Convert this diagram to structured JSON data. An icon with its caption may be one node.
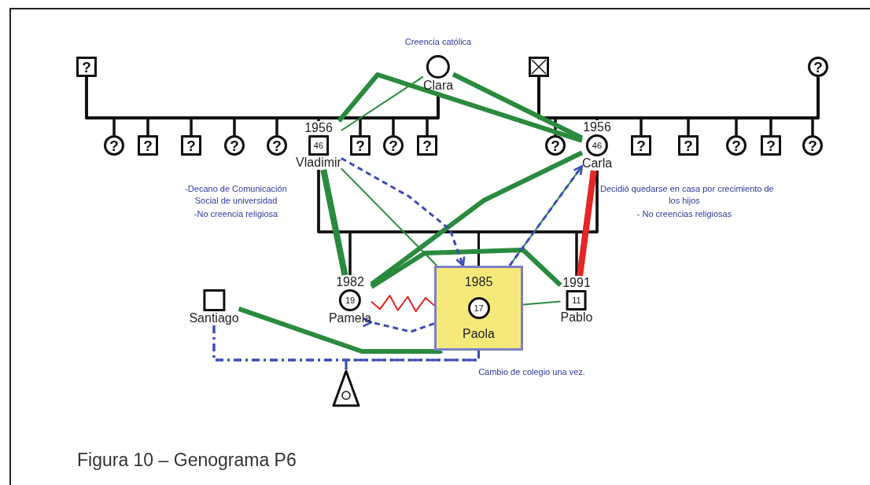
{
  "diagram": {
    "caption": "Figura 10 – Genograma P6",
    "nodes": [
      {
        "text": [
          "?"
        ]
      },
      {
        "text": [
          "Clara"
        ],
        "beside": [
          "Creencia católica"
        ]
      },
      {
        "text": [
          "?"
        ]
      },
      {
        "text": [
          "?"
        ]
      },
      {
        "text": [
          "?"
        ]
      },
      {
        "text": [
          "?"
        ]
      },
      {
        "text": [
          "?"
        ]
      },
      {
        "text": [
          "1956",
          "46",
          "Vladimir"
        ],
        "beside": [
          "-Decano de Comunicación Social de universidad",
          "-No creencia religiosa"
        ]
      },
      {
        "text": [
          "?"
        ]
      },
      {
        "text": [
          "?"
        ]
      },
      {
        "text": [
          "?"
        ]
      },
      {
        "text": [],
        "shape": "box"
      },
      {
        "text": [
          "?"
        ]
      },
      {
        "text": [
          "?"
        ]
      },
      {
        "text": [
          "1956",
          "46",
          "Carla"
        ],
        "beside": [
          "- Decidió quedarse en casa por crecimiento de los hijos",
          "- No creencias religiosas"
        ]
      },
      {
        "text": [
          "?"
        ]
      },
      {
        "text": [
          "?"
        ]
      },
      {
        "text": [
          "?"
        ]
      },
      {
        "text": [
          "?"
        ]
      },
      {
        "text": [
          "?"
        ]
      },
      {
        "text": [
          "Santiago"
        ]
      },
      {
        "text": [
          "1982",
          "19",
          "Pamela"
        ]
      },
      {
        "text": [
          "1985",
          "Paola"
        ]
      },
      {
        "text": [
          "17"
        ],
        "in": 22
      },
      {
        "text": [
          "1991",
          "11",
          "Pablo"
        ]
      },
      {
        "text": [],
        "shape": "triangle"
      }
    ],
    "edges": [
      {
        "from": 0,
        "to": 2,
        "arrow": "none"
      },
      {
        "from": 1,
        "to": 2,
        "arrow": "none"
      },
      {
        "from": 0,
        "to": 3,
        "arrow": "none"
      },
      {
        "from": 1,
        "to": 3,
        "arrow": "none"
      },
      {
        "from": 0,
        "to": 4,
        "arrow": "none"
      },
      {
        "from": 1,
        "to": 4,
        "arrow": "none"
      },
      {
        "from": 0,
        "to": 5,
        "arrow": "none"
      },
      {
        "from": 1,
        "to": 5,
        "arrow": "none"
      },
      {
        "from": 0,
        "to": 6,
        "arrow": "none"
      },
      {
        "from": 1,
        "to": 6,
        "arrow": "none"
      },
      {
        "from": 0,
        "to": 7,
        "arrow": "none"
      },
      {
        "from": 1,
        "to": 7,
        "arrow": "none"
      },
      {
        "from": 0,
        "to": 8,
        "arrow": "none"
      },
      {
        "from": 1,
        "to": 8,
        "arrow": "none"
      },
      {
        "from": 0,
        "to": 9,
        "arrow": "none"
      },
      {
        "from": 1,
        "to": 9,
        "arrow": "none"
      },
      {
        "from": 0,
        "to": 10,
        "arrow": "none"
      },
      {
        "from": 1,
        "to": 10,
        "arrow": "none"
      },
      {
        "from": 11,
        "to": 13,
        "arrow": "none"
      },
      {
        "from": 12,
        "to": 13,
        "arrow": "none"
      },
      {
        "from": 11,
        "to": 14,
        "arrow": "none"
      },
      {
        "from": 12,
        "to": 14,
        "arrow": "none"
      },
      {
        "from": 11,
        "to": 15,
        "arrow": "none"
      },
      {
        "from": 12,
        "to": 15,
        "arrow": "none"
      },
      {
        "from": 11,
        "to": 16,
        "arrow": "none"
      },
      {
        "from": 12,
        "to": 16,
        "arrow": "none"
      },
      {
        "from": 11,
        "to": 17,
        "arrow": "none"
      },
      {
        "from": 12,
        "to": 17,
        "arrow": "none"
      },
      {
        "from": 11,
        "to": 18,
        "arrow": "none"
      },
      {
        "from": 12,
        "to": 18,
        "arrow": "none"
      },
      {
        "from": 11,
        "to": 19,
        "arrow": "none"
      },
      {
        "from": 12,
        "to": 19,
        "arrow": "none"
      },
      {
        "from": 7,
        "to": 21,
        "arrow": "none"
      },
      {
        "from": 14,
        "to": 21,
        "arrow": "none"
      },
      {
        "from": 7,
        "to": 22,
        "arrow": "none"
      },
      {
        "from": 14,
        "to": 22,
        "arrow": "none"
      },
      {
        "from": 7,
        "to": 24,
        "arrow": "none"
      },
      {
        "from": 14,
        "to": 24,
        "arrow": "none"
      },
      {
        "from": 20,
        "to": 22,
        "arrow": "none",
        "style": "dashed",
        "color": "#3b4cb8"
      },
      {
        "from": 20,
        "to": 25,
        "arrow": "none",
        "style": "dashed",
        "color": "#3b4cb8"
      },
      {
        "from": 22,
        "to": 25,
        "arrow": "none",
        "style": "dashed",
        "color": "#3b4cb8"
      },
      {
        "from": 1,
        "to": 7,
        "arrow": "none",
        "color": "#2a8a3e"
      },
      {
        "from": 7,
        "to": 14,
        "arrow": "none",
        "style": "thick",
        "color": "#2a8a3e"
      },
      {
        "from": 1,
        "to": 14,
        "arrow": "none",
        "style": "thick",
        "color": "#2a8a3e"
      },
      {
        "from": 7,
        "to": 21,
        "arrow": "none",
        "style": "thick",
        "color": "#2a8a3e"
      },
      {
        "from": 7,
        "to": 22,
        "arrow": "none",
        "color": "#2a8a3e"
      },
      {
        "from": 14,
        "to": 21,
        "arrow": "none",
        "style": "thick",
        "color": "#2a8a3e"
      },
      {
        "from": 14,
        "to": 22,
        "arrow": "none",
        "color": "#2a8a3e"
      },
      {
        "from": 21,
        "to": 24,
        "arrow": "none",
        "style": "thick",
        "color": "#2a8a3e"
      },
      {
        "from": 22,
        "to": 24,
        "arrow": "none",
        "color": "#2a8a3e"
      },
      {
        "from": 20,
        "to": 22,
        "arrow": "none",
        "style": "thick",
        "color": "#2a8a3e"
      },
      {
        "from": 14,
        "to": 24,
        "arrow": "none",
        "style": "thick",
        "color": "#e52626"
      },
      {
        "from": 21,
        "to": 22,
        "arrow": "none",
        "color": "#e52626"
      },
      {
        "from": 7,
        "to": 22,
        "arrow": "to",
        "style": "dashed",
        "color": "#3b4cb8"
      },
      {
        "from": 22,
        "to": 14,
        "arrow": "to",
        "style": "dashed",
        "color": "#3b4cb8"
      },
      {
        "from": 22,
        "to": 21,
        "arrow": "to",
        "style": "dashed",
        "color": "#3b4cb8"
      }
    ],
    "labels": [
      "Cambio de colegio una vez."
    ]
  }
}
